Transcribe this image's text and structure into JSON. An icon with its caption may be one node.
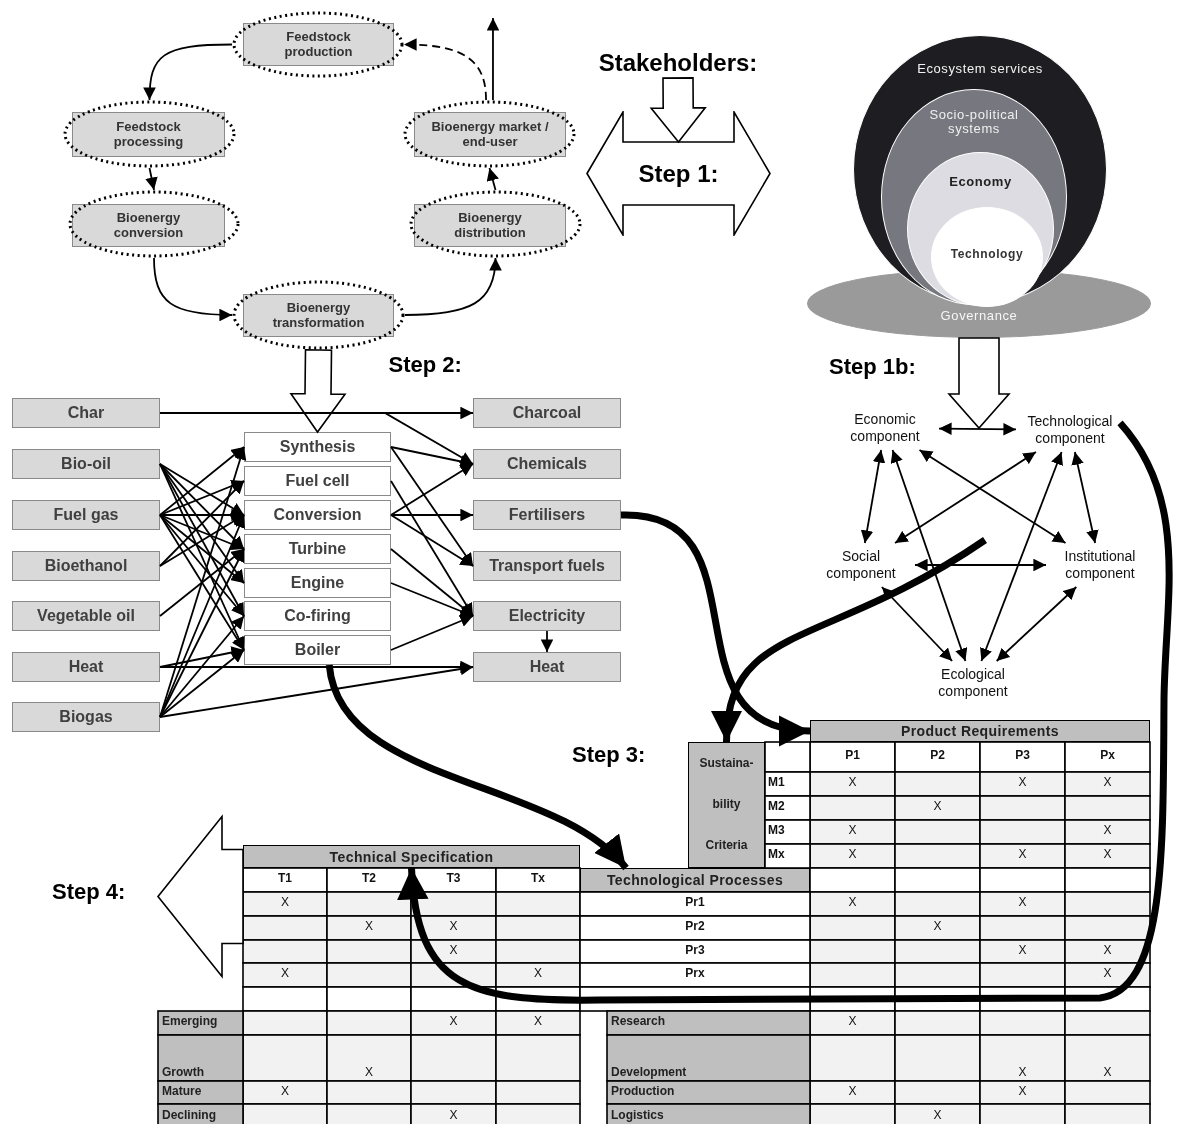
{
  "diagram": {
    "nodes": [
      {
        "text": [
          "Feedstock production"
        ]
      },
      {
        "text": [
          "Feedstock processing"
        ]
      },
      {
        "text": [
          "Bioenergy market / end-user"
        ]
      },
      {
        "text": [
          "Bioenergy conversion"
        ]
      },
      {
        "text": [
          "Bioenergy distribution"
        ]
      },
      {
        "text": [
          "Bioenergy transformation"
        ]
      },
      {
        "text": [
          "Stakeholders:"
        ]
      },
      {
        "text": [
          "Step 1:"
        ]
      },
      {
        "text": [
          "Ecosystem services"
        ]
      },
      {
        "text": [
          "Socio-political systems"
        ],
        "in": 8
      },
      {
        "text": [
          "Economy"
        ],
        "in": 9
      },
      {
        "text": [
          "Technology"
        ],
        "in": 10
      },
      {
        "text": [
          "Governance"
        ]
      },
      {
        "text": [
          "Char"
        ]
      },
      {
        "text": [
          "Bio-oil"
        ]
      },
      {
        "text": [
          "Fuel gas"
        ]
      },
      {
        "text": [
          "Bioethanol"
        ]
      },
      {
        "text": [
          "Vegetable oil"
        ]
      },
      {
        "text": [
          "Heat"
        ]
      },
      {
        "text": [
          "Biogas"
        ]
      },
      {
        "text": [
          "Synthesis"
        ]
      },
      {
        "text": [
          "Fuel cell"
        ]
      },
      {
        "text": [
          "Conversion"
        ]
      },
      {
        "text": [
          "Turbine"
        ]
      },
      {
        "text": [
          "Engine"
        ]
      },
      {
        "text": [
          "Co-firing"
        ]
      },
      {
        "text": [
          "Boiler"
        ]
      },
      {
        "text": [
          "Charcoal"
        ]
      },
      {
        "text": [
          "Chemicals"
        ]
      },
      {
        "text": [
          "Fertilisers"
        ]
      },
      {
        "text": [
          "Transport fuels"
        ]
      },
      {
        "text": [
          "Electricity"
        ]
      },
      {
        "text": [
          "Heat"
        ]
      },
      {
        "text": [
          "Economic component"
        ]
      },
      {
        "text": [
          "Technological component"
        ]
      },
      {
        "text": [
          "Social component"
        ]
      },
      {
        "text": [
          "Institutional component"
        ]
      },
      {
        "text": [
          "Ecological component"
        ]
      },
      {
        "text": [
          "Product Requirements"
        ]
      },
      {
        "text": [
          "Sustaina- bility Criteria"
        ]
      },
      {
        "text": [
          "Technical Specification"
        ]
      },
      {
        "text": [
          "Technological Processes"
        ]
      }
    ],
    "edges": [
      {
        "from": 0,
        "to": 1,
        "arrow": "to"
      },
      {
        "from": 1,
        "to": 3,
        "arrow": "to"
      },
      {
        "from": 3,
        "to": 5,
        "arrow": "to"
      },
      {
        "from": 5,
        "to": 4,
        "arrow": "to"
      },
      {
        "from": 4,
        "to": 2,
        "arrow": "to"
      },
      {
        "from": 2,
        "to": 0,
        "arrow": "to",
        "style": "dashed"
      },
      {
        "from": 2,
        "to": null,
        "arrow": "to"
      },
      {
        "from": 6,
        "to": 7,
        "arrow": "to",
        "style": "thick"
      },
      {
        "from": 5,
        "to": 20,
        "arrow": "to",
        "style": "thick",
        "label": "Step 2:"
      },
      {
        "from": 12,
        "to": null,
        "arrow": "to",
        "style": "thick",
        "label": "Step 1b:"
      },
      {
        "from": 13,
        "to": 27,
        "arrow": "to"
      },
      {
        "from": 13,
        "to": 28,
        "arrow": "to"
      },
      {
        "from": 14,
        "to": 22,
        "arrow": "to"
      },
      {
        "from": 14,
        "to": 23,
        "arrow": "to"
      },
      {
        "from": 14,
        "to": 24,
        "arrow": "to"
      },
      {
        "from": 14,
        "to": 25,
        "arrow": "to"
      },
      {
        "from": 14,
        "to": 26,
        "arrow": "to"
      },
      {
        "from": 15,
        "to": 20,
        "arrow": "to"
      },
      {
        "from": 15,
        "to": 21,
        "arrow": "to"
      },
      {
        "from": 15,
        "to": 22,
        "arrow": "to"
      },
      {
        "from": 15,
        "to": 23,
        "arrow": "to"
      },
      {
        "from": 15,
        "to": 24,
        "arrow": "to"
      },
      {
        "from": 15,
        "to": 25,
        "arrow": "to"
      },
      {
        "from": 15,
        "to": 26,
        "arrow": "to"
      },
      {
        "from": 16,
        "to": 21,
        "arrow": "to"
      },
      {
        "from": 16,
        "to": 22,
        "arrow": "to"
      },
      {
        "from": 17,
        "to": 23,
        "arrow": "to"
      },
      {
        "from": 18,
        "to": 26,
        "arrow": "to"
      },
      {
        "from": 18,
        "to": 32,
        "arrow": "to"
      },
      {
        "from": 19,
        "to": 20,
        "arrow": "to"
      },
      {
        "from": 19,
        "to": 22,
        "arrow": "to"
      },
      {
        "from": 19,
        "to": 23,
        "arrow": "to"
      },
      {
        "from": 19,
        "to": 25,
        "arrow": "to"
      },
      {
        "from": 19,
        "to": 26,
        "arrow": "to"
      },
      {
        "from": 19,
        "to": 32,
        "arrow": "to"
      },
      {
        "from": 20,
        "to": 28,
        "arrow": "to"
      },
      {
        "from": 20,
        "to": 30,
        "arrow": "to"
      },
      {
        "from": 21,
        "to": 31,
        "arrow": "to"
      },
      {
        "from": 22,
        "to": 28,
        "arrow": "to"
      },
      {
        "from": 22,
        "to": 29,
        "arrow": "to"
      },
      {
        "from": 22,
        "to": 30,
        "arrow": "to"
      },
      {
        "from": 23,
        "to": 31,
        "arrow": "to"
      },
      {
        "from": 24,
        "to": 31,
        "arrow": "to"
      },
      {
        "from": 26,
        "to": 31,
        "arrow": "to"
      },
      {
        "from": 31,
        "to": 32,
        "arrow": "to"
      },
      {
        "from": 33,
        "to": 34,
        "arrow": "both"
      },
      {
        "from": 33,
        "to": 35,
        "arrow": "both"
      },
      {
        "from": 33,
        "to": 37,
        "arrow": "both"
      },
      {
        "from": 33,
        "to": 36,
        "arrow": "both"
      },
      {
        "from": 34,
        "to": 35,
        "arrow": "both"
      },
      {
        "from": 34,
        "to": 37,
        "arrow": "both"
      },
      {
        "from": 34,
        "to": 36,
        "arrow": "both"
      },
      {
        "from": 35,
        "to": 36,
        "arrow": "both"
      },
      {
        "from": 35,
        "to": 37,
        "arrow": "both"
      },
      {
        "from": 36,
        "to": 37,
        "arrow": "both"
      },
      {
        "from": 26,
        "to": 41,
        "arrow": "to",
        "style": "thick"
      },
      {
        "from": 29,
        "to": 38,
        "arrow": "to",
        "style": "thick"
      },
      {
        "from": null,
        "to": 39,
        "arrow": "to",
        "style": "thick"
      },
      {
        "from": 34,
        "to": 40,
        "arrow": "to",
        "style": "thick"
      },
      {
        "from": 40,
        "to": null,
        "arrow": "to",
        "style": "thick",
        "label": "Step 4:"
      }
    ],
    "labels": [
      "Step 3:",
      "P1",
      "P2",
      "P3",
      "Px",
      "M1",
      "X",
      "X",
      "X",
      "M2",
      "X",
      "M3",
      "X",
      "X",
      "Mx",
      "X",
      "X",
      "X",
      "T1",
      "T2",
      "T3",
      "Tx",
      "X",
      "Pr1",
      "X",
      "X",
      "X",
      "X",
      "Pr2",
      "X",
      "X",
      "Pr3",
      "X",
      "X",
      "X",
      "X",
      "Prx",
      "X",
      "Emerging",
      "X",
      "X",
      "Research",
      "X",
      "Growth",
      "X",
      "Development",
      "X",
      "X",
      "Mature",
      "X",
      "Production",
      "X",
      "X",
      "Declining",
      "X",
      "Logistics",
      "X"
    ]
  }
}
